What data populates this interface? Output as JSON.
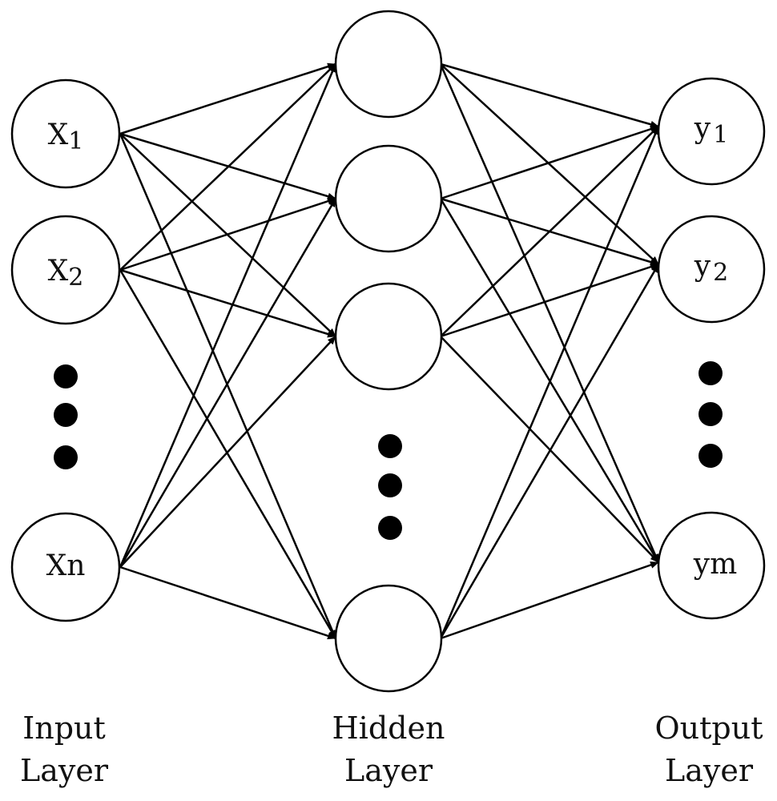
{
  "input_layer": {
    "label_line1": "Input",
    "label_line2": "Layer",
    "nodes": [
      {
        "base": "X",
        "sub": "1"
      },
      {
        "base": "X",
        "sub": "2"
      },
      {
        "base": "X",
        "sub": "n"
      }
    ]
  },
  "hidden_layer": {
    "label_line1": "Hidden",
    "label_line2": "Layer"
  },
  "output_layer": {
    "label_line1": "Output",
    "label_line2": "Layer",
    "nodes": [
      {
        "base": "y",
        "sub": "1"
      },
      {
        "base": "y",
        "sub": "2"
      },
      {
        "base": "y",
        "sub": "m"
      }
    ]
  }
}
